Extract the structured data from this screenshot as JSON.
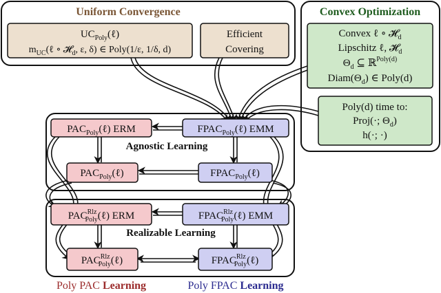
{
  "colors": {
    "uc_fill": "#ede0cf",
    "uc_title": "#7a5636",
    "cvx_fill": "#cfe8c9",
    "cvx_title": "#1f5c1f",
    "pac_fill": "#f5c9cc",
    "fpac_fill": "#cfcff2",
    "caption_pac": "#9b2b2b",
    "caption_fpac": "#2b2b8f"
  },
  "uniform_convergence": {
    "title": "Uniform Convergence",
    "uc_line1_main": "UC",
    "uc_line1_sub": "Poly",
    "uc_line1_tail": "(ℓ)",
    "uc_line2_main": "m",
    "uc_line2_sub": "UC",
    "uc_line2_tail": "(ℓ ∘ 𝓗",
    "uc_line2_sub2": "d",
    "uc_line2_tail2": ", ε, δ) ∈ Poly(1/ε, 1/δ, d)",
    "efficient_line1": "Efficient",
    "efficient_line2": "Covering"
  },
  "convex_optimization": {
    "title": "Convex Optimization",
    "line1_main": "Convex ℓ ∘ 𝓗",
    "line1_sub": "d",
    "line2_main": "Lipschitz ℓ, 𝓗",
    "line2_sub": "d",
    "line3_main": "Θ",
    "line3_sub": "d",
    "line3_tail": " ⊆ ℝ",
    "line3_sup": "Poly(d)",
    "line4_main": "Diam(Θ",
    "line4_sub": "d",
    "line4_tail": ") ∈ Poly(d)",
    "poly_time_line1": "Poly(d) time to:",
    "poly_time_line2": "Proj(·; Θ",
    "poly_time_line2_sub": "d",
    "poly_time_line2_tail": ")",
    "poly_time_line3": "h(·; ·)"
  },
  "agnostic": {
    "label": "Agnostic Learning",
    "pac_erm_main": "PAC",
    "pac_erm_sub": "Poly",
    "pac_erm_tail": "(ℓ) ERM",
    "fpac_emm_main": "FPAC",
    "fpac_emm_sub": "Poly",
    "fpac_emm_tail": "(ℓ) EMM",
    "pac_main": "PAC",
    "pac_sub": "Poly",
    "pac_tail": "(ℓ)",
    "fpac_main": "FPAC",
    "fpac_sub": "Poly",
    "fpac_tail": "(ℓ)"
  },
  "realizable": {
    "label": "Realizable Learning",
    "pac_erm_main": "PAC",
    "pac_erm_sup": "Rlz",
    "pac_erm_sub": "Poly",
    "pac_erm_tail": "(ℓ) ERM",
    "fpac_emm_main": "FPAC",
    "fpac_emm_sup": "Rlz",
    "fpac_emm_sub": "Poly",
    "fpac_emm_tail": "(ℓ) EMM",
    "pac_main": "PAC",
    "pac_sup": "Rlz",
    "pac_sub": "Poly",
    "pac_tail": "(ℓ)",
    "fpac_main": "FPAC",
    "fpac_sup": "Rlz",
    "fpac_sub": "Poly",
    "fpac_tail": "(ℓ)"
  },
  "captions": {
    "left_plain": "Poly PAC ",
    "left_bold": "Learning",
    "right_plain": "Poly FPAC ",
    "right_bold": "Learning"
  }
}
